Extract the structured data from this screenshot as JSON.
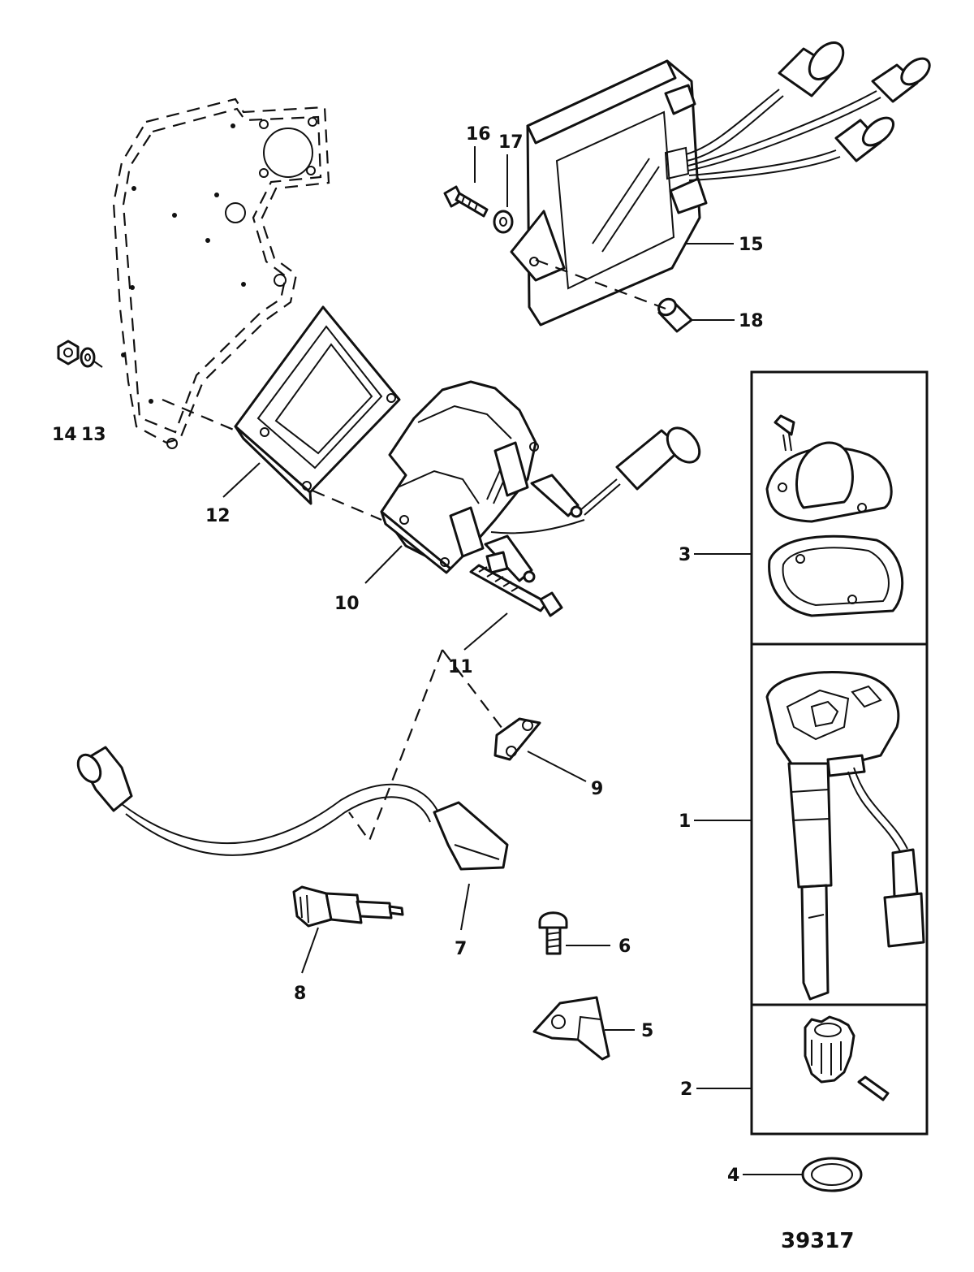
{
  "figure_number": "39317",
  "callouts": [
    {
      "id": "c1",
      "label": "1"
    },
    {
      "id": "c2",
      "label": "2"
    },
    {
      "id": "c3",
      "label": "3"
    },
    {
      "id": "c4",
      "label": "4"
    },
    {
      "id": "c5",
      "label": "5"
    },
    {
      "id": "c6",
      "label": "6"
    },
    {
      "id": "c7",
      "label": "7"
    },
    {
      "id": "c8",
      "label": "8"
    },
    {
      "id": "c9",
      "label": "9"
    },
    {
      "id": "c10",
      "label": "10"
    },
    {
      "id": "c11",
      "label": "11"
    },
    {
      "id": "c12",
      "label": "12"
    },
    {
      "id": "c13",
      "label": "13"
    },
    {
      "id": "c14",
      "label": "14"
    },
    {
      "id": "c15",
      "label": "15"
    },
    {
      "id": "c16",
      "label": "16"
    },
    {
      "id": "c17",
      "label": "17"
    },
    {
      "id": "c18",
      "label": "18"
    }
  ]
}
